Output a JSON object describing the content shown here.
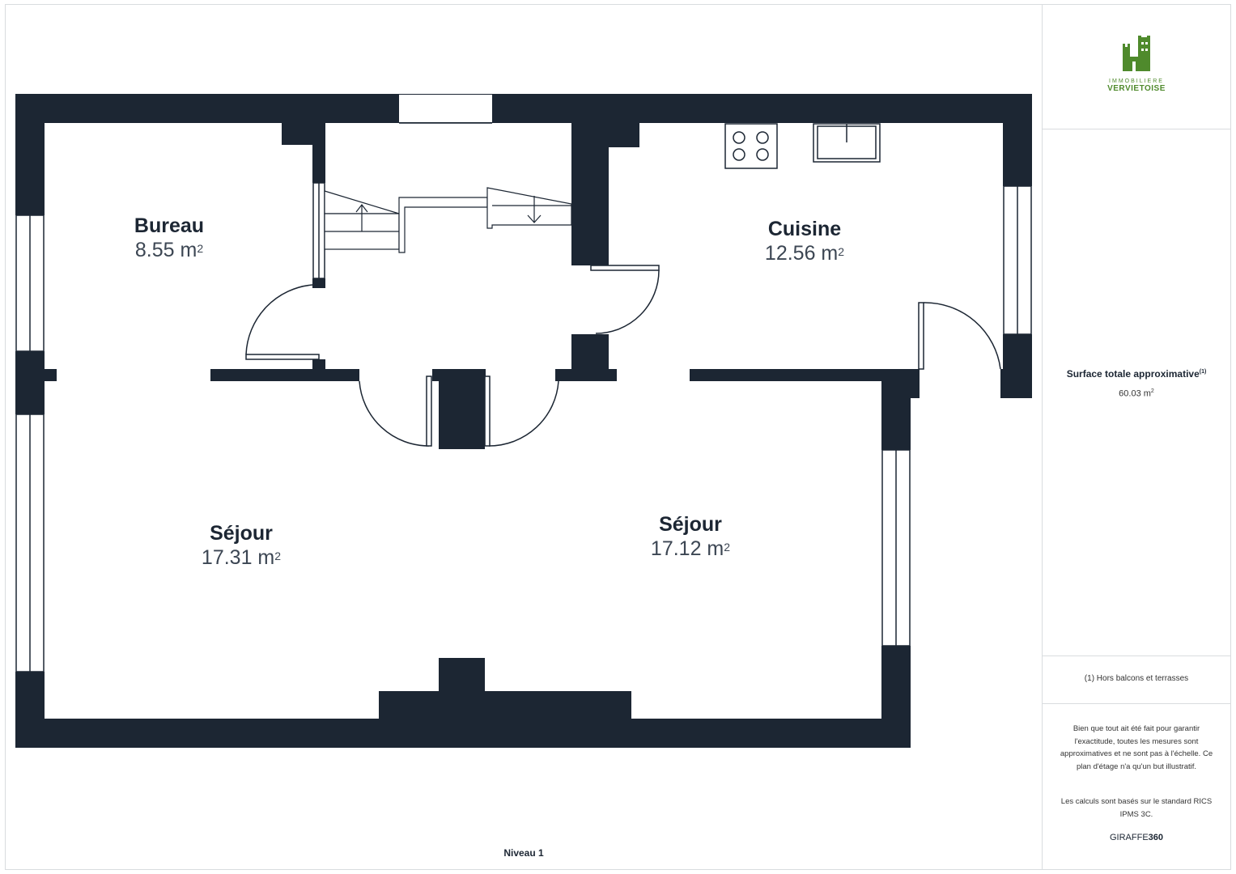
{
  "logo": {
    "line1": "IMMOBILIERE",
    "line2": "VERVIETOISE",
    "color": "#4f8a2c"
  },
  "rooms": [
    {
      "name": "Bureau",
      "area": "8.55 m",
      "unit_exp": "2"
    },
    {
      "name": "Cuisine",
      "area": "12.56 m",
      "unit_exp": "2"
    },
    {
      "name": "Séjour",
      "area": "17.31 m",
      "unit_exp": "2"
    },
    {
      "name": "Séjour",
      "area": "17.12 m",
      "unit_exp": "2"
    }
  ],
  "level_label": "Niveau 1",
  "summary": {
    "title": "Surface totale approximative",
    "title_note": "(1)",
    "value": "60.03 m",
    "value_exp": "2",
    "footnote": "(1) Hors balcons et terrasses",
    "disclaimer": "Bien que tout ait été fait pour garantir l'exactitude, toutes les mesures sont approximatives et ne sont pas à l'échelle. Ce plan d'étage n'a qu'un but illustratif.",
    "standard": "Les calculs sont basés sur le standard RICS IPMS 3C.",
    "brand_light": "GIRAFFE",
    "brand_bold": "360"
  },
  "colors": {
    "wall": "#1c2633",
    "accent": "#4f8a2c"
  }
}
